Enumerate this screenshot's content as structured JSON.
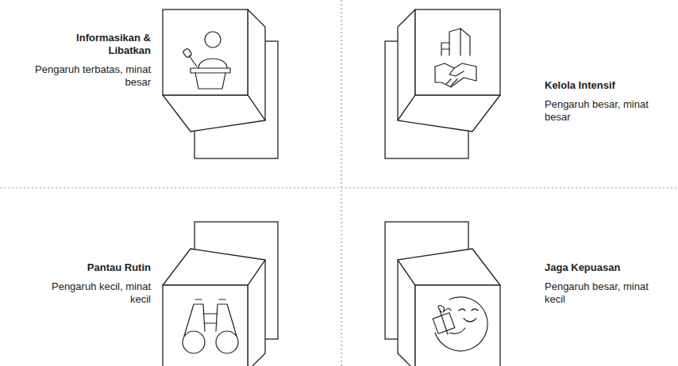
{
  "diagram": {
    "nodes": [
      {
        "text": [
          "Informasikan & Libatkan",
          "Pengaruh terbatas, minat besar"
        ]
      },
      {
        "text": [
          "Kelola Intensif",
          "Pengaruh besar, minat besar"
        ]
      },
      {
        "text": [
          "Pantau Rutin",
          "Pengaruh kecil, minat kecil"
        ]
      },
      {
        "text": [
          "Jaga Kepuasan",
          "Pengaruh besar, minat kecil"
        ]
      }
    ]
  }
}
